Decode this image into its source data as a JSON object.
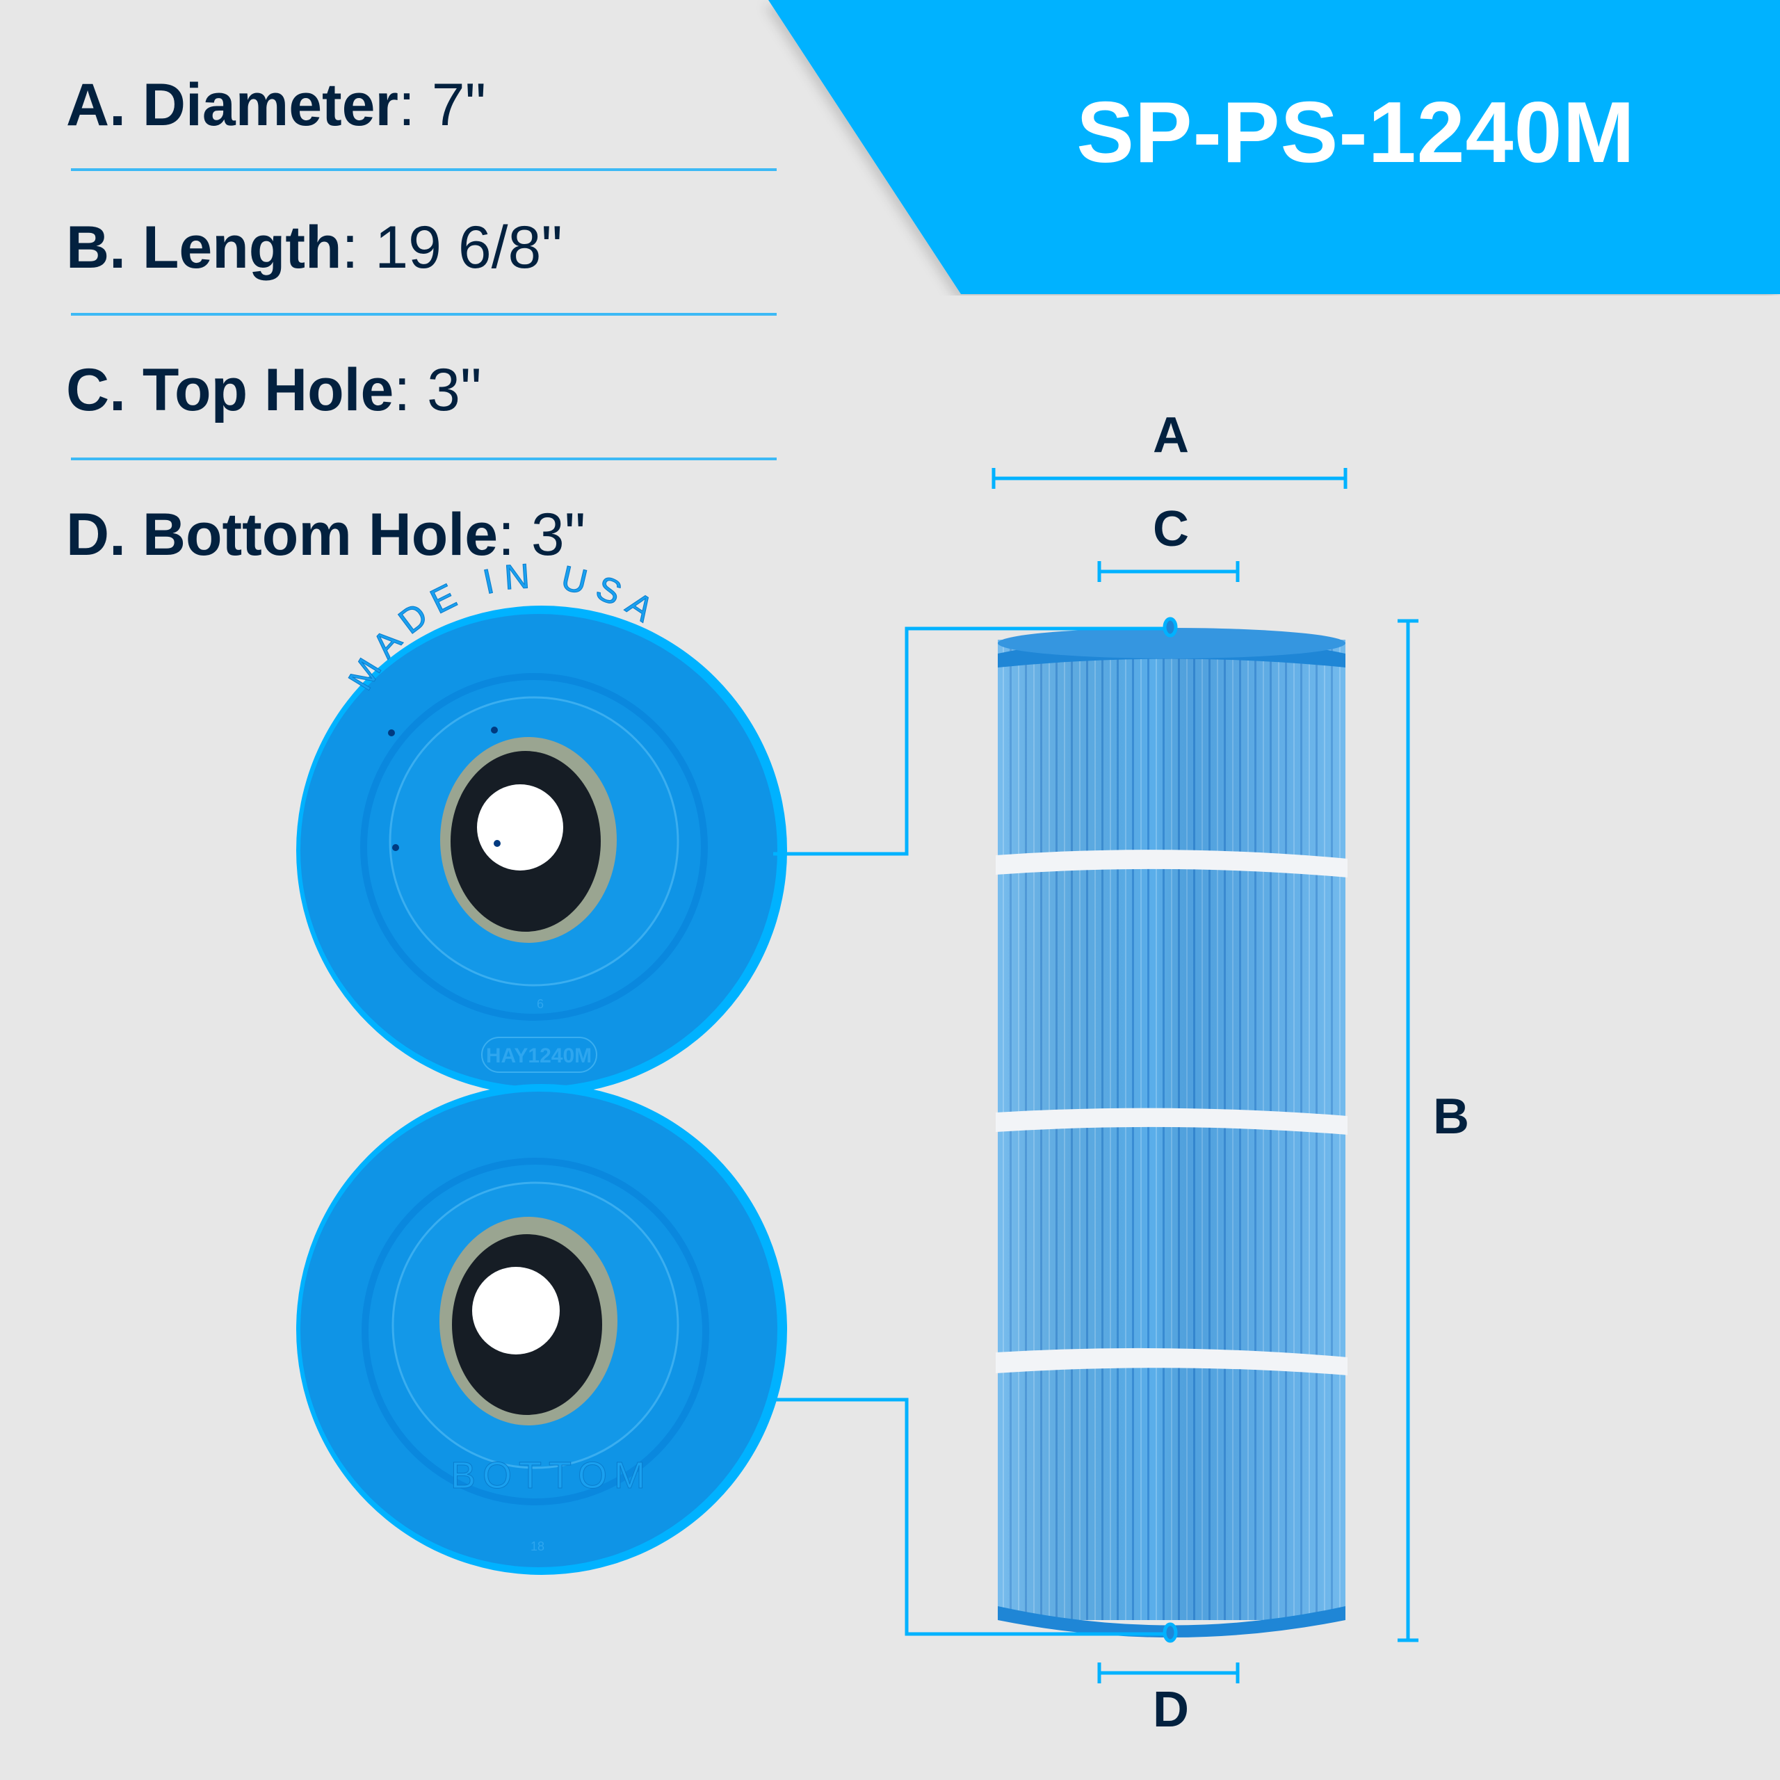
{
  "header": {
    "model_number": "SP-PS-1240M",
    "banner_color": "#00b2ff"
  },
  "specs": [
    {
      "label": "A. Diameter",
      "value": ": 7\""
    },
    {
      "label": "B. Length",
      "value": ": 19 6/8\""
    },
    {
      "label": "C. Top Hole",
      "value": ": 3\""
    },
    {
      "label": "D. Bottom Hole",
      "value": ": 3\""
    }
  ],
  "dimension_labels": {
    "a": "A",
    "b": "B",
    "c": "C",
    "d": "D"
  },
  "top_cap": {
    "embossed_top": "MADE IN USA",
    "embossed_badge": "HAY1240M",
    "small_mark": "6"
  },
  "bottom_cap": {
    "embossed_bottom": "BOTTOM",
    "small_mark": "18"
  },
  "colors": {
    "accent": "#00b2ff",
    "text": "#03213f",
    "background": "#e7e7e7",
    "filter_blue": "#4aa3e6",
    "cap_blue": "#0a93e8"
  }
}
